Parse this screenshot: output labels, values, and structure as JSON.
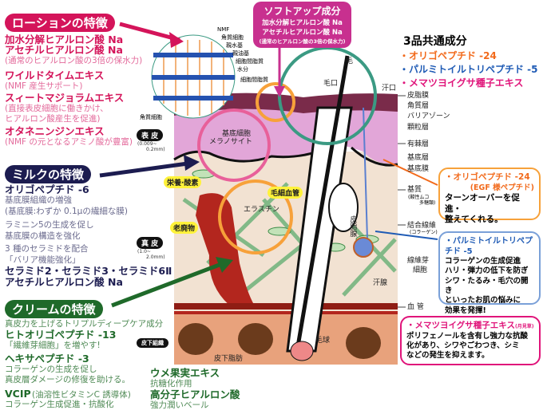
{
  "lotion": {
    "title": "ローションの特徴",
    "items": [
      {
        "name": "加水分解ヒアルロン酸 Na"
      },
      {
        "name": "アセチルヒアルロン酸 Na",
        "desc": "(通常のヒアルロン酸の3倍の保水力)"
      },
      {
        "name": "ワイルドタイムエキス",
        "desc": "(NMF 産生サポート)"
      },
      {
        "name": "スィートマジョラムエキス",
        "desc": "(直接表皮細胞に働きかけ、",
        "desc2": "ヒアルロン酸産生を促進)"
      },
      {
        "name": "オタネニンジンエキス",
        "desc": "(NMF の元となるアミノ酸が豊富)"
      }
    ]
  },
  "milk": {
    "title": "ミルクの特徴",
    "items": [
      {
        "name": "オリゴペプチド -6",
        "desc": "基底膜組織の増強",
        "desc2": "(基底膜:わずか 0.1μの繊細な膜)"
      },
      {
        "desc": "ラミニン5の生成を促し",
        "desc2": "基底膜の構造を強化"
      },
      {
        "desc": "3 種のセラミドを配合",
        "desc2": "「バリア機能強化」"
      },
      {
        "name": "セラミド2・セラミド3・セラミド6Ⅱ"
      },
      {
        "name": "アセチルヒアルロン酸 Na"
      }
    ]
  },
  "cream": {
    "title": "クリームの特徴",
    "intro": "真皮力を上げるトリプルディープケア成分",
    "items": [
      {
        "name": "ヒトオリゴペプチド -13",
        "desc": "「繊維芽細胞」を増やす!"
      },
      {
        "name": "ヘキサペプチド -3",
        "desc": "コラーゲンの生成を促し",
        "desc2": "真皮層ダメージの修復を助ける。"
      },
      {
        "name": "VCIP",
        "note": "(油溶性ビタミンC 誘導体)",
        "desc": "コラーゲン生成促進・抗酸化"
      },
      {
        "name": "ウメ果実エキス",
        "desc": "抗糖化作用"
      },
      {
        "name": "高分子ヒアルロン酸",
        "desc": "強力潤いベール"
      }
    ]
  },
  "softup": {
    "title": "ソフトアップ成分",
    "lines": [
      "加水分解ヒアルロン酸 Na",
      "アセチルヒアルロン酸 Na",
      "(通常のヒアルロン酸の3倍の保水力)"
    ]
  },
  "common": {
    "title": "3品共通成分",
    "items": [
      {
        "name": "・オリゴペプチド -24",
        "color": "#f26a1b"
      },
      {
        "name": "・パルミトイルトリペプチド -5",
        "color": "#1f5bb5"
      },
      {
        "name": "・メマツヨイグサ種子エキス",
        "color": "#e0147a"
      }
    ]
  },
  "callouts": {
    "oligo": {
      "name": "・オリゴペプチド -24",
      "sub": "(EGF 様ペプチド)",
      "desc": [
        "ターンオーバーを促進・",
        "整えてくれる。"
      ]
    },
    "palmi": {
      "name": "・パルミトイルトリペプチド -5",
      "desc": [
        "コラーゲンの生成促進",
        "ハリ・弾力の低下を防ぎ",
        "シワ・たるみ・毛穴の開き",
        "といったお肌の悩みに",
        "効果を発揮!"
      ]
    },
    "mematsu": {
      "name": "・メマツヨイグサ種子エキス",
      "note": "(月見草)",
      "desc": [
        "ポリフェノールを含有し強力な抗酸",
        "化があり、シワやごわつき、シミ",
        "などの発生を抑えます。"
      ]
    }
  },
  "layers": {
    "epidermis": "表 皮",
    "epidermis_mm": [
      "(0.009~",
      "0.2mm)"
    ],
    "dermis": "真 皮",
    "dermis_mm": [
      "(1.0~",
      "2.0mm)"
    ],
    "subcutis": "皮下組織"
  },
  "magnified": [
    "NMF",
    "角質細胞",
    "親水基",
    "親油基",
    "細胞間脂質",
    "水分",
    "細胞間脂質",
    "角質細胞"
  ],
  "right_labels": [
    "皮脂膜",
    "角質層",
    "バリアゾーン",
    "顆粒層",
    "有棘層",
    "基底層",
    "基底膜",
    "基質",
    "(酸性ムコ",
    "多糖類)",
    "結合線維",
    "(コラーゲン)",
    "線維芽",
    "細胞",
    "血 管"
  ],
  "diagram": {
    "hair": "毛",
    "pore": "毛口",
    "sweat_pore": "汗口",
    "basal_cell": "基底細胞",
    "melanocyte": "メラノサイト",
    "nutrition": "栄養·酸素",
    "waste": "老廃物",
    "capillary": "毛細血管",
    "elastin": "エラスチン",
    "sebaceous": "皮脂腺",
    "sweat_gland": "汗腺",
    "hair_bulb": "毛球",
    "fat": "皮下脂肪"
  },
  "colors": {
    "pink": "#d4145a",
    "navy": "#1c1c50",
    "green": "#1f6a2a",
    "magenta": "#c8308f",
    "orange": "#f7a13a",
    "teal": "#3b9a83"
  }
}
